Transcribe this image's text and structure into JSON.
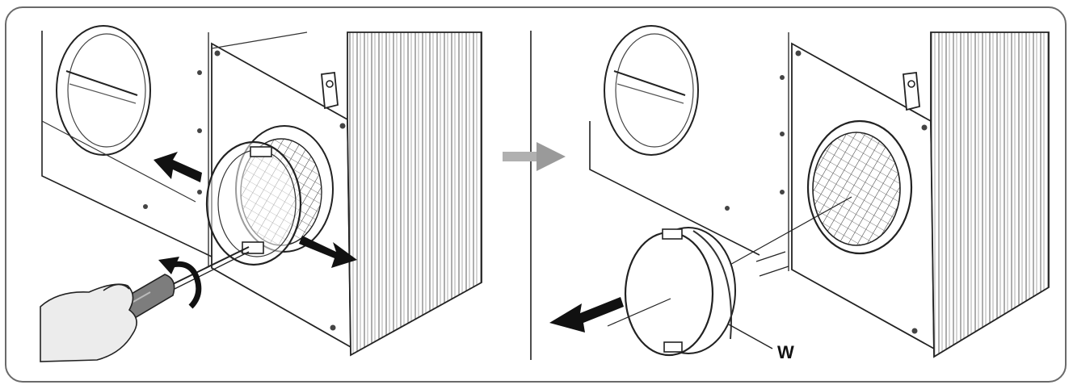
{
  "figure": {
    "callout_label": "W",
    "colors": {
      "line": "#222222",
      "arrow": "#111111",
      "step_arrow": "#9a9a9a",
      "frame": "#6a6a6a",
      "glove": "#d8d8d8",
      "screwdriver_handle": "#7d7d7d"
    },
    "panels": [
      {
        "name": "step-1",
        "description_icons": [
          "screwdriver-icon",
          "hand-icon",
          "rotate-arrow-icon",
          "pull-arrow-icon"
        ]
      },
      {
        "name": "step-2",
        "description_icons": [
          "removed-duct-ring-icon",
          "pull-arrow-icon"
        ]
      }
    ]
  }
}
